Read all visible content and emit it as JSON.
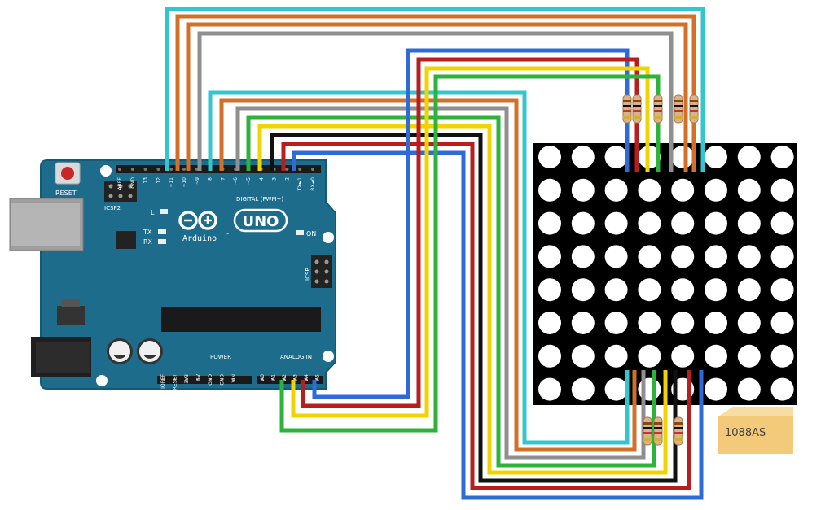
{
  "board": {
    "reset_label": "RESET",
    "icsp2_label": "ICSP2",
    "icsp_label": "ICSP",
    "logo_text": "UNO",
    "brand": "Arduino",
    "trademark": "™",
    "led_l": "L",
    "led_tx": "TX",
    "led_rx": "RX",
    "on_label": "ON",
    "digital_label": "DIGITAL (PWM~)",
    "power_label": "POWER",
    "analog_label": "ANALOG IN",
    "top_pins": [
      "AREF",
      "GND",
      "13",
      "12",
      "~11",
      "~10",
      "~9",
      "8",
      "7",
      "~6",
      "~5",
      "4",
      "~3",
      "2",
      "TX►1",
      "RX◄0"
    ],
    "power_pins": [
      "IOREF",
      "RESET",
      "3V3",
      "5V",
      "GND",
      "GND",
      "VIN"
    ],
    "analog_pins": [
      "A0",
      "A1",
      "A2",
      "A3",
      "A4",
      "A5"
    ]
  },
  "matrix": {
    "rows": 8,
    "cols": 8,
    "model_label": "1088AS"
  },
  "colors": {
    "board": "#1d6c8c",
    "cyan": "#33c6cf",
    "orange": "#d2702a",
    "gray": "#8f8f8f",
    "blue": "#2f6bd6",
    "red": "#b81e1e",
    "yellow": "#f0d400",
    "green": "#2db33a",
    "black": "#111111",
    "note": "#f3c97a"
  }
}
